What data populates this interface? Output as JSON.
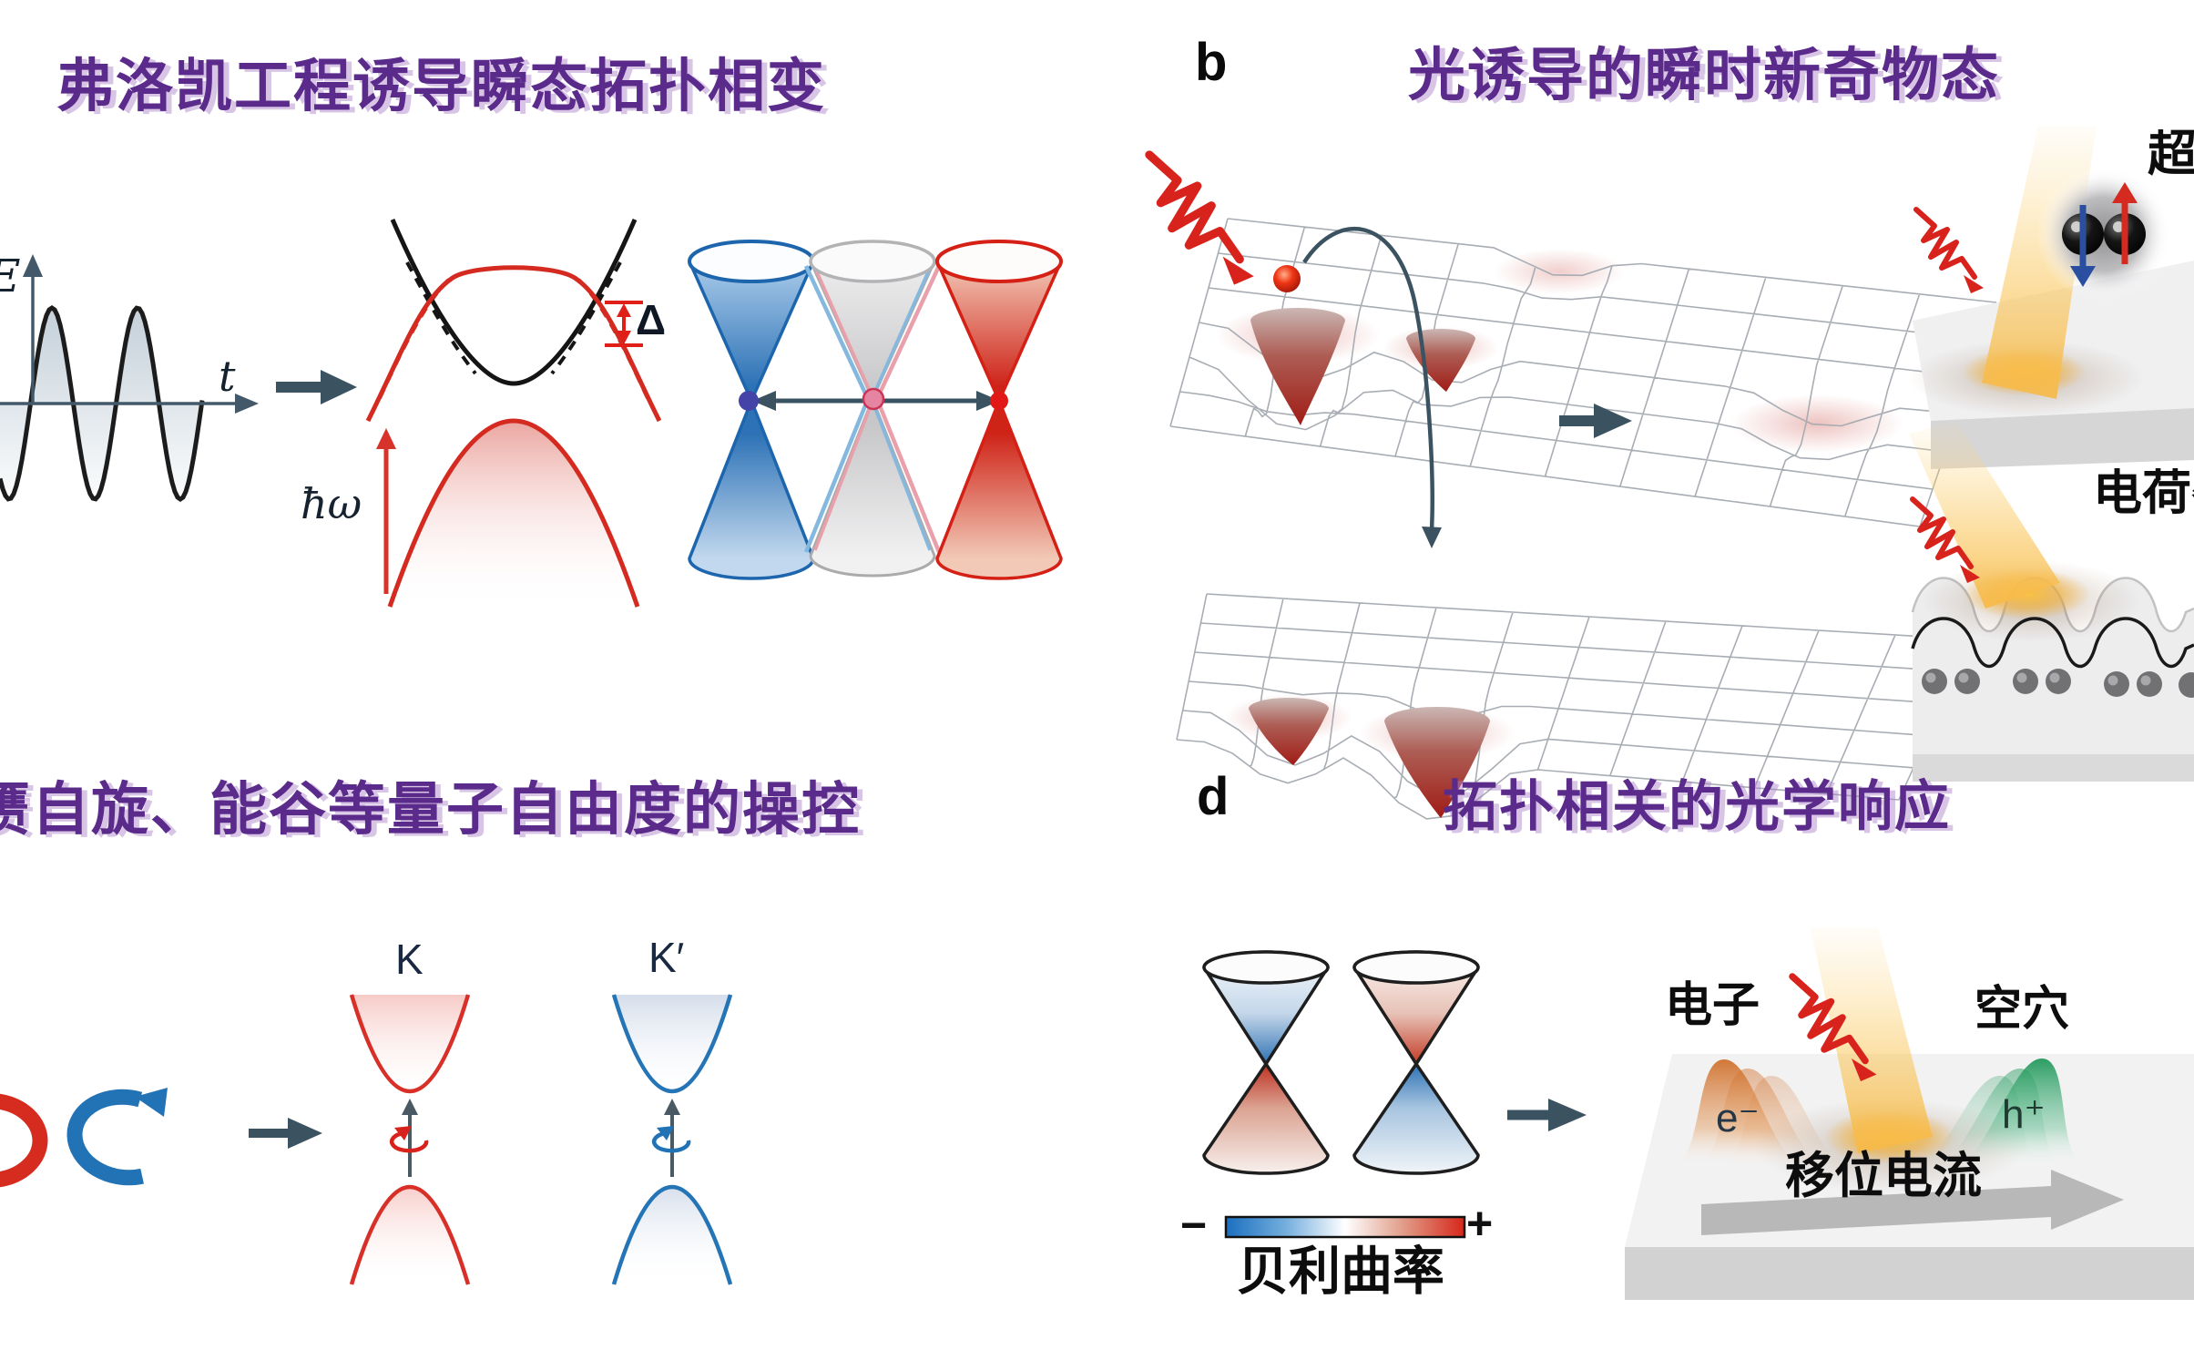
{
  "figure": {
    "panel_a": {
      "title": "弗洛凯工程诱导瞬态拓扑相变",
      "axis_y": "E",
      "axis_x": "t",
      "photon_energy": "ħω",
      "gap_label": "Δ"
    },
    "panel_b": {
      "label": "b",
      "title": "光诱导的瞬时新奇物态",
      "superconductor_partial": "超",
      "charge_density_partial": "电荷密"
    },
    "panel_c": {
      "title": "赝自旋、能谷等量子自由度的操控",
      "valley_k": "K",
      "valley_k_prime": "K′"
    },
    "panel_d": {
      "label": "d",
      "title": "拓扑相关的光学响应",
      "electron": "电子",
      "hole": "空穴",
      "electron_symbol": "e⁻",
      "hole_symbol": "h⁺",
      "shift_current": "移位电流",
      "berry_curvature": "贝利曲率",
      "colorbar_minus": "−",
      "colorbar_plus": "+"
    }
  },
  "colors": {
    "title_purple": "#5b2b8c",
    "red": "#d42a20",
    "blue": "#2272b5",
    "arrow_slate": "#3b5360",
    "beam_yellow": "#f6b947"
  }
}
